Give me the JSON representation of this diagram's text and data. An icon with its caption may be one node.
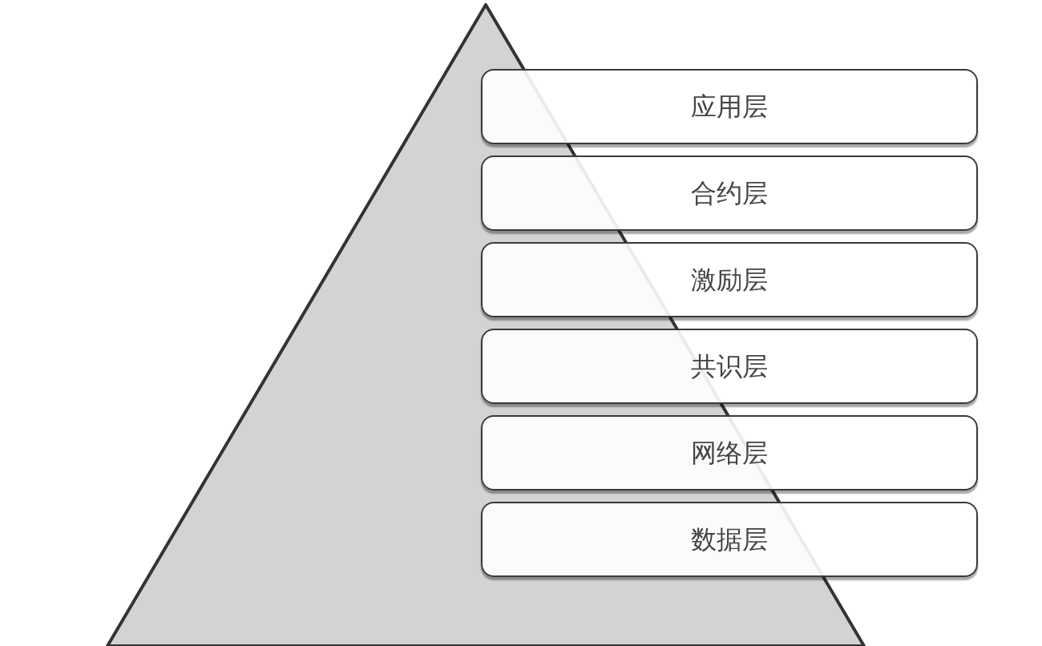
{
  "diagram": {
    "nodes": [
      {
        "text": [],
        "shape": "triangle"
      },
      {
        "text": [
          "应用层"
        ]
      },
      {
        "text": [
          "合约层"
        ]
      },
      {
        "text": [
          "激励层"
        ]
      },
      {
        "text": [
          "共识层"
        ]
      },
      {
        "text": [
          "网络层"
        ]
      },
      {
        "text": [
          "数据层"
        ]
      }
    ]
  }
}
